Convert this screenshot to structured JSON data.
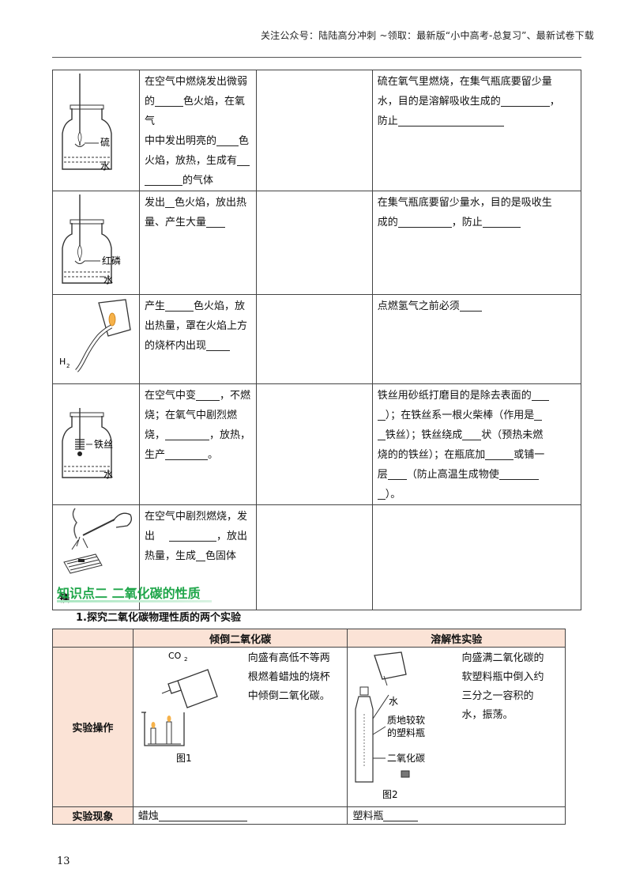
{
  "header": "关注公众号：陆陆高分冲刺 ~领取：最新版“小中高考-总复习”、最新试卷下载",
  "table1": {
    "rows": [
      {
        "fig_labels": [
          "硫",
          "水"
        ],
        "phen": [
          "在空气中燃烧发出微弱",
          "的",
          "色火焰，在氧气",
          "中中发出明亮的",
          "色",
          "火焰，放热，生成有",
          "的气体"
        ],
        "note": [
          "硫在氧气里燃烧，在集气瓶底要留少量",
          "水，目的是溶解吸收生成的",
          "，",
          "防止"
        ]
      },
      {
        "fig_labels": [
          "红磷",
          "水"
        ],
        "phen": [
          "发出",
          "色火焰，放出热",
          "量、产生大量"
        ],
        "note": [
          "在集气瓶底要留少量水，目的是吸收生",
          "成的",
          "，防止"
        ]
      },
      {
        "fig_labels": [
          "H",
          "2"
        ],
        "phen": [
          "产生",
          "色火焰，放",
          "出热量，罩在火焰上方",
          "的烧杯内出现"
        ],
        "note": [
          "点燃氢气之前必须"
        ]
      },
      {
        "fig_labels": [
          "铁丝",
          "水"
        ],
        "phen": [
          "在空气中变",
          "，不燃",
          "烧；在氧气中剧烈燃",
          "烧，",
          "，放热，",
          "生产",
          "。"
        ],
        "note": [
          "铁丝用砂纸打磨目的是除去表面的",
          "）；在铁丝系一根火柴棒（作用是",
          "铁丝）；铁丝绕成",
          "状（预热未燃",
          "烧的的铁丝）；在瓶底加",
          "或铺一",
          "层",
          "（防止高温生成物使",
          "）。"
        ]
      },
      {
        "fig_labels": [
          "镁"
        ],
        "phen": [
          "在空气中剧烈燃烧，发",
          "出",
          "，放出",
          "热量，生成",
          "色固体"
        ],
        "note": []
      }
    ]
  },
  "section_title": "知识点二 二氧化碳的性质",
  "sub_title": "1.探究二氧化碳物理性质的两个实验",
  "table2": {
    "col1": "倾倒二氧化碳",
    "col2": "溶解性实验",
    "row1_label": "实验操作",
    "row2_label": "实验现象",
    "exp1_desc": [
      "向盛有高低不等两",
      "根燃着蜡烛的烧杯",
      "中倾倒二氧化碳。"
    ],
    "exp1_fig": {
      "gas": "CO",
      "sub": "2",
      "caption": "图1"
    },
    "exp2_desc": [
      "向盛满二氧化碳的",
      "软塑料瓶中倒入约",
      "三分之一容积的",
      "水，振荡。"
    ],
    "exp2_fig": {
      "water": "水",
      "bottle1": "质地较软",
      "bottle2": "的塑料瓶",
      "gas": "二氧化碳",
      "caption": "图2"
    },
    "obs1": "蜡烛",
    "obs2": "塑料瓶"
  },
  "page_number": "13"
}
